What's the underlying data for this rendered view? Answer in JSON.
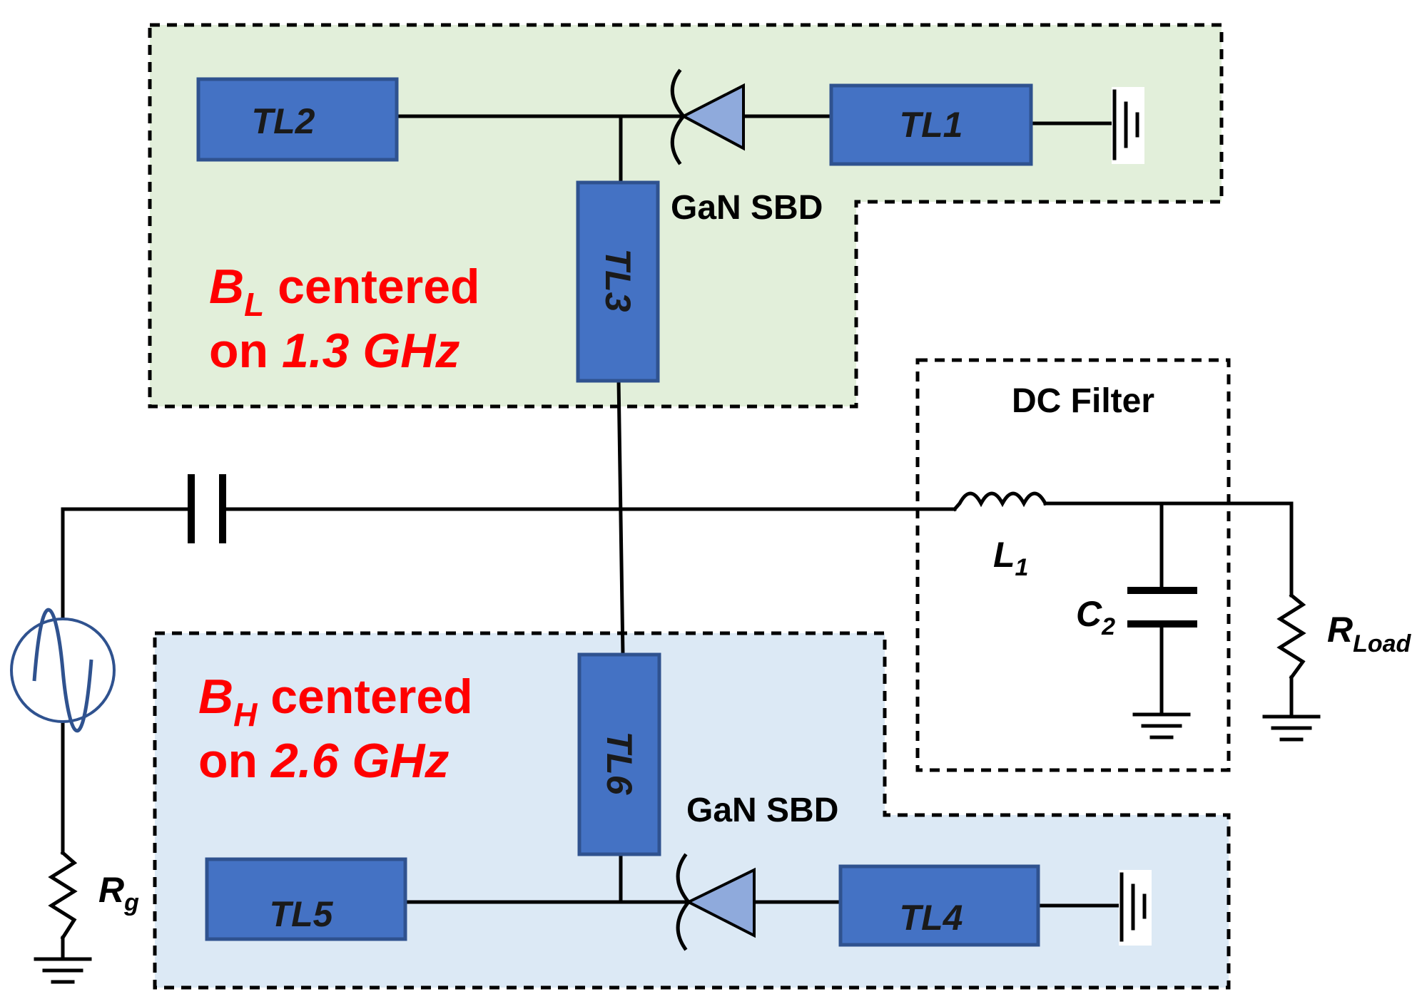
{
  "colors": {
    "band_low_fill": "#e2efda",
    "band_high_fill": "#dce9f5",
    "tl_fill": "#4472c4",
    "tl_stroke": "#2f528f",
    "diode_fill": "#8faadc",
    "accent_text": "#ff0000",
    "source_color": "#2f528f"
  },
  "band_low": {
    "label_b": "B",
    "label_sub": "L",
    "label_rest": " centered",
    "label_on": "on ",
    "label_freq": "1.3 GHz"
  },
  "band_high": {
    "label_b": "B",
    "label_sub": "H",
    "label_rest": " centered",
    "label_on": "on ",
    "label_freq": "2.6 GHz"
  },
  "lines": {
    "tl1": "TL1",
    "tl2": "TL2",
    "tl3": "TL3",
    "tl4": "TL4",
    "tl5": "TL5",
    "tl6": "TL6"
  },
  "diodes": {
    "top_label": "GaN SBD",
    "bottom_label": "GaN SBD"
  },
  "dc_filter": {
    "title": "DC Filter",
    "inductor_main": "L",
    "inductor_sub": "1",
    "capacitor_main": "C",
    "capacitor_sub": "2"
  },
  "load": {
    "main": "R",
    "sub": "Load"
  },
  "source": {
    "main": "R",
    "sub": "g"
  }
}
